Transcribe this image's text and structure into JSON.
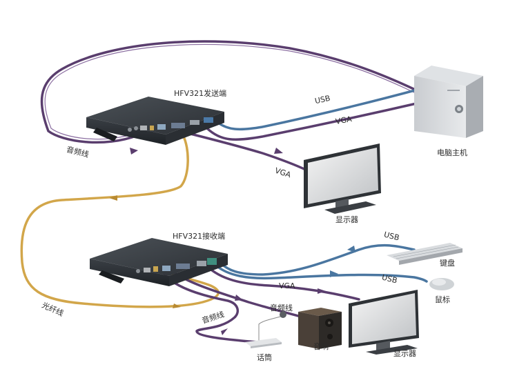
{
  "labels": {
    "tx_unit": "HFV321发送端",
    "rx_unit": "HFV321接收端",
    "audio_cable_top": "音频线",
    "usb_top": "USB",
    "vga_top": "VGA",
    "vga_monitor_top": "VGA",
    "pc_host": "电脑主机",
    "monitor_top": "显示器",
    "fiber_cable": "光纤线",
    "usb_keyboard": "USB",
    "keyboard": "键盘",
    "usb_mouse": "USB",
    "mouse": "鼠标",
    "vga_bottom": "VGA",
    "audio_cable_speaker": "音频线",
    "audio_cable_mic": "音频线",
    "speaker": "音响",
    "microphone": "话筒",
    "monitor_bottom": "显示器"
  },
  "colors": {
    "purple_cable": "#5a3e6e",
    "blue_cable": "#4a76a0",
    "fiber_cable": "#d2a64a",
    "device_body": "#3a3f45"
  }
}
